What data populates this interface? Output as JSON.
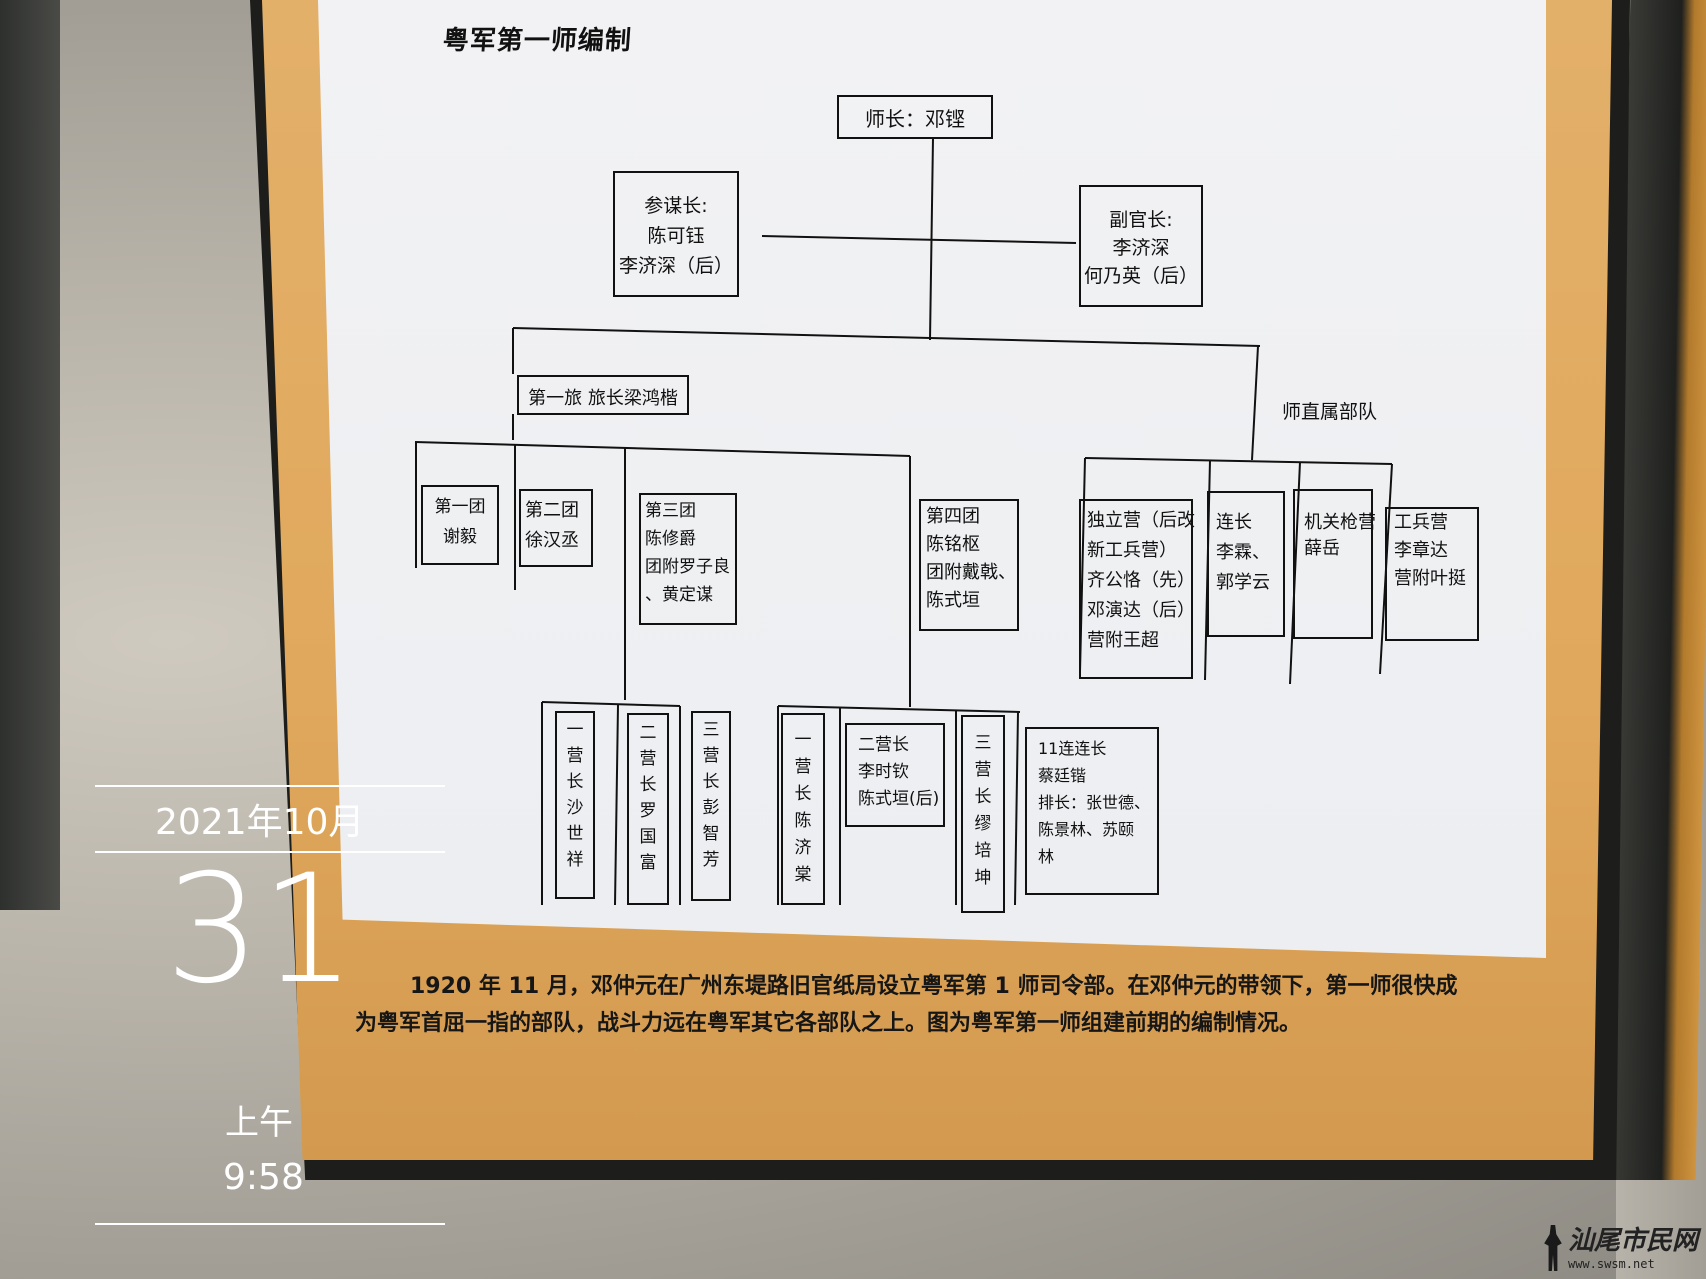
{
  "poster": {
    "title": "粤军第一师编制",
    "caption": "1920 年 11 月，邓仲元在广州东堤路旧官纸局设立粤军第 1 师司令部。在邓仲元的带领下，第一师很快成为粤军首屈一指的部队，战斗力远在粤军其它各部队之上。图为粤军第一师组建前期的编制情况。"
  },
  "org": {
    "commander": "师长：邓铿",
    "chief_of_staff": [
      "参谋长:",
      "陈可钰",
      "李济深（后）"
    ],
    "adjutant": [
      "副官长:",
      "李济深",
      "何乃英（后）"
    ],
    "brigade": "第一旅  旅长梁鸿楷",
    "direct_troops": "师直属部队",
    "regiment_1": [
      "第一团",
      "谢毅"
    ],
    "regiment_2": [
      "第二团",
      "徐汉丞"
    ],
    "regiment_3": [
      "第三团",
      "陈修爵",
      "团附罗子良",
      "、黄定谋"
    ],
    "regiment_4": [
      "第四团",
      "陈铭枢",
      "团附戴戟、",
      "陈式垣"
    ],
    "independent_battalion": [
      "独立营（后改",
      "新工兵营）",
      "齐公恪（先）",
      "邓演达（后）",
      "营附王超"
    ],
    "company": [
      "连长",
      "李霖、",
      "郭学云"
    ],
    "machine_gun": [
      "机关枪营",
      "薛岳"
    ],
    "engineer": [
      "工兵营",
      "李章达",
      "营附叶挺"
    ],
    "r3_bn1": "一营长沙世祥",
    "r3_bn2": "二营长罗国富",
    "r3_bn3": "三营长彭智芳",
    "r4_bn1": "一营长陈济棠",
    "r4_bn2": [
      "二营长",
      "李时钦",
      "陈式垣(后)"
    ],
    "r4_bn3": "三营长缪培坤",
    "r4_co11": [
      "11连连长",
      "蔡廷锴",
      "排长：张世德、",
      "陈景林、苏颐",
      "林"
    ]
  },
  "photo_overlay": {
    "month": "2021年10月",
    "day": "31",
    "ampm": "上午",
    "time": "9:58"
  },
  "watermark": {
    "name": "汕尾市民网",
    "url": "www.swsm.net"
  }
}
